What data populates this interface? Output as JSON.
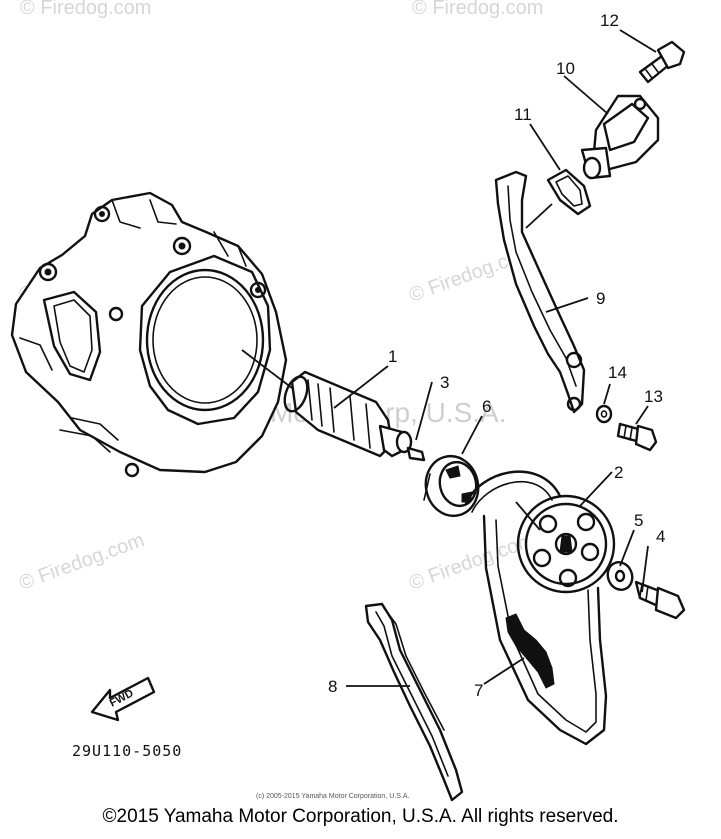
{
  "watermarks": {
    "firedog": "© Firedog.com",
    "overlay": "Yamaha Motor Corp, U.S.A."
  },
  "labels": {
    "p1": "1",
    "p2": "2",
    "p3": "3",
    "p4": "4",
    "p5": "5",
    "p6": "6",
    "p7": "7",
    "p8": "8",
    "p9": "9",
    "p10": "10",
    "p11": "11",
    "p12": "12",
    "p13": "13",
    "p14": "14"
  },
  "fwd_label": "FWD",
  "diagram_code": "29U110-5050",
  "small_copyright": "(c) 2005-2015 Yamaha Motor Corporation, U.S.A.",
  "footer_text": "©2015 Yamaha Motor Corporation, U.S.A. All rights reserved."
}
